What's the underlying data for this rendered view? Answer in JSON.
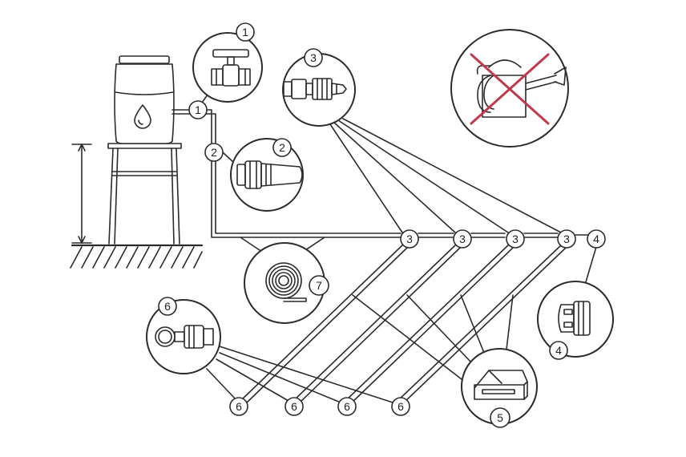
{
  "labels": {
    "valve": "1",
    "filter": "2",
    "connector": "3",
    "end_cap": "4",
    "pump": "5",
    "start_connector": "6",
    "tubing_coil": "7"
  },
  "colors": {
    "line": "#2b2b2b",
    "forbidden_cross": "#c0394b"
  },
  "icons": [
    "water-barrel-icon",
    "ball-valve-icon",
    "disc-filter-icon",
    "connector-icon",
    "end-cap-icon",
    "pump-box-icon",
    "start-connector-icon",
    "tubing-coil-icon",
    "watering-can-crossed-icon"
  ]
}
